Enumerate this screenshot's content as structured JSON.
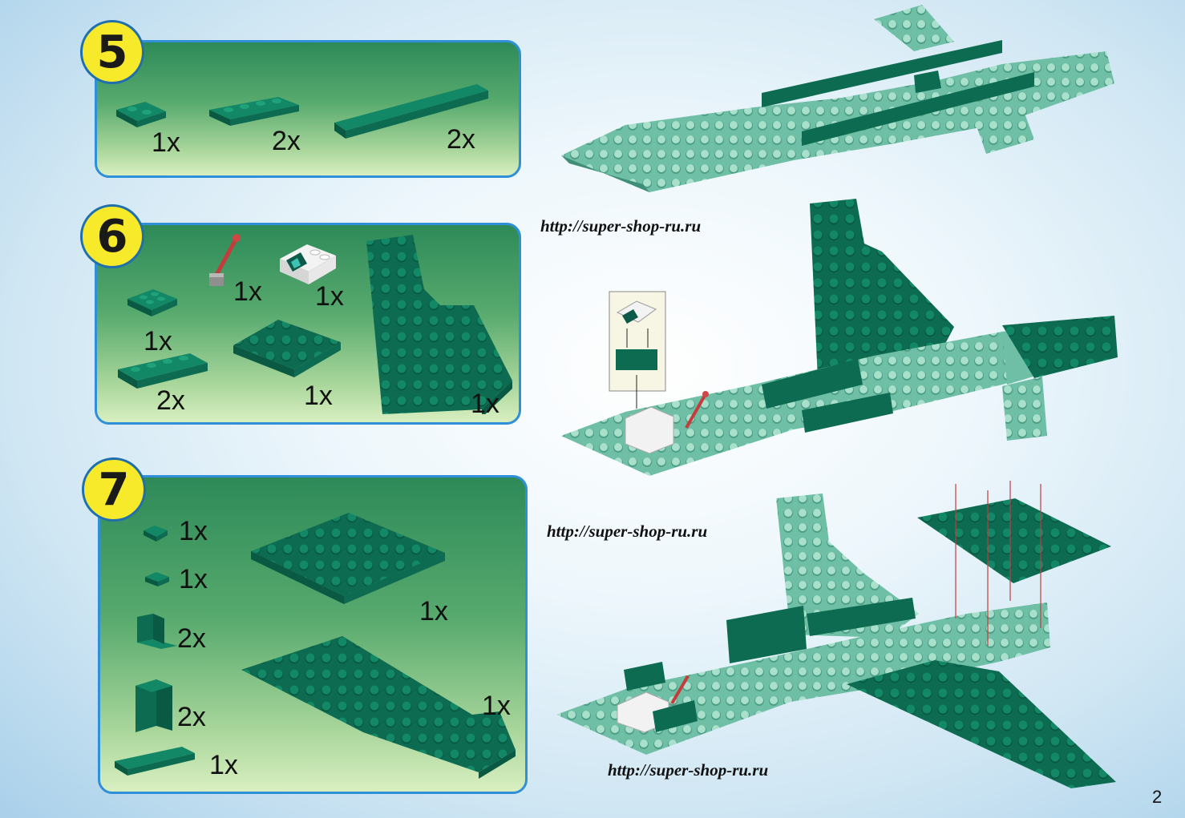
{
  "colors": {
    "brick_dark": "#0c6b50",
    "brick_light": "#5fb39a",
    "badge": "#f6ea2a",
    "panel_border": "#2f8fd8"
  },
  "steps": [
    {
      "number": "5",
      "quantities": [
        "1x",
        "2x",
        "2x"
      ]
    },
    {
      "number": "6",
      "quantities": [
        "1x",
        "1x",
        "1x",
        "2x",
        "1x",
        "1x"
      ]
    },
    {
      "number": "7",
      "quantities": [
        "1x",
        "1x",
        "2x",
        "2x",
        "1x",
        "1x",
        "1x"
      ]
    }
  ],
  "watermarks": [
    "http://super-shop-ru.ru",
    "http://super-shop-ru.ru",
    "http://super-shop-ru.ru"
  ],
  "page_number": "2"
}
